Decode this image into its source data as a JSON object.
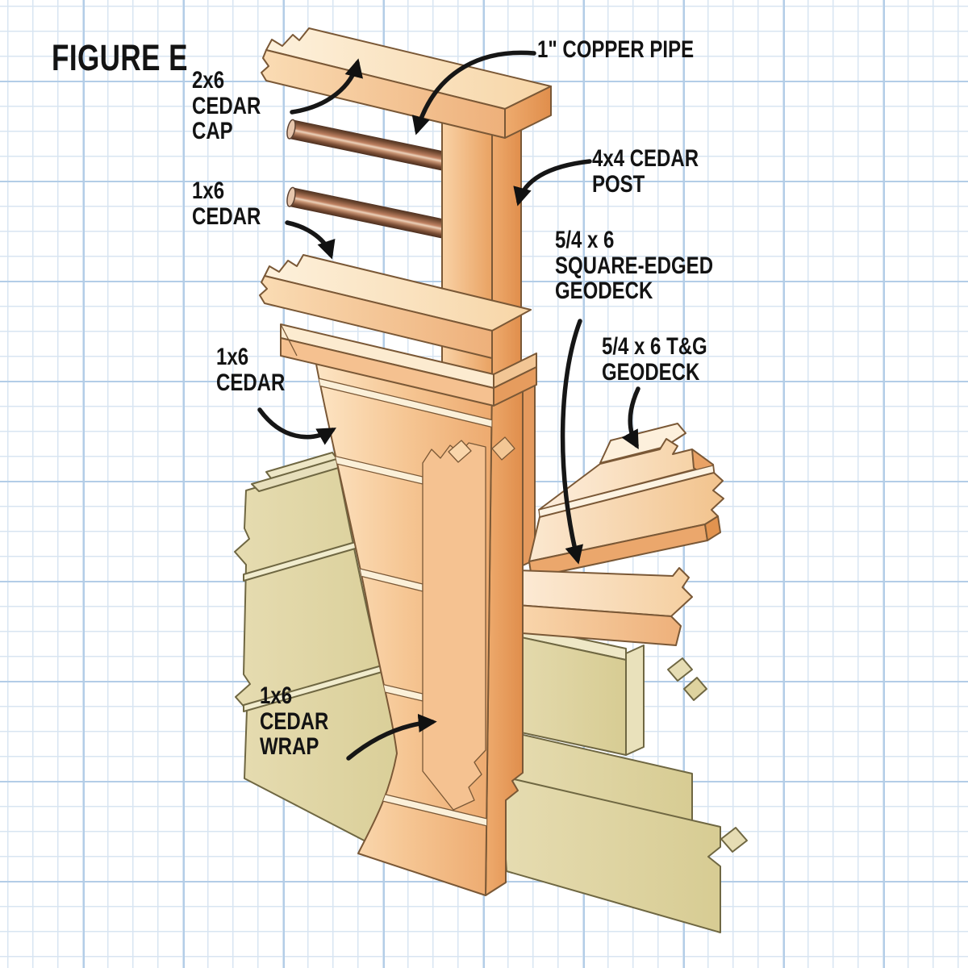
{
  "figure": {
    "title": "FIGURE E"
  },
  "labels": {
    "cap": "2x6\nCEDAR\nCAP",
    "copper_pipe": "1\" COPPER PIPE",
    "post": "4x4 CEDAR\nPOST",
    "square_edged_geodeck": "5/4 x 6\nSQUARE-EDGED\nGEODECK",
    "tg_geodeck": "5/4 x 6 T&G\nGEODECK",
    "rail": "1x6\nCEDAR",
    "wrap_board": "1x6\nCEDAR",
    "wrap": "1x6\nCEDAR\nWRAP"
  },
  "colors": {
    "background": "#ffffff",
    "grid_minor": "#d8e5f2",
    "grid_major": "#b3cde7",
    "label_color": "#131313",
    "wood_outline": "#7a5836",
    "wood_top_light": "#fdf1dc",
    "wood_top_dark": "#f7d5a6",
    "wood_front_light": "#fadcb4",
    "wood_front_dark": "#eeb07a",
    "wood_side_light": "#eeab6e",
    "wood_side_dark": "#e08e4c",
    "khaki_light": "#e6dcb1",
    "khaki_dark": "#d7cc93",
    "khaki_outline": "#6f6742",
    "copper_dark": "#503323",
    "copper_mid": "#c08262",
    "copper_highlight": "#ecd2bb"
  }
}
